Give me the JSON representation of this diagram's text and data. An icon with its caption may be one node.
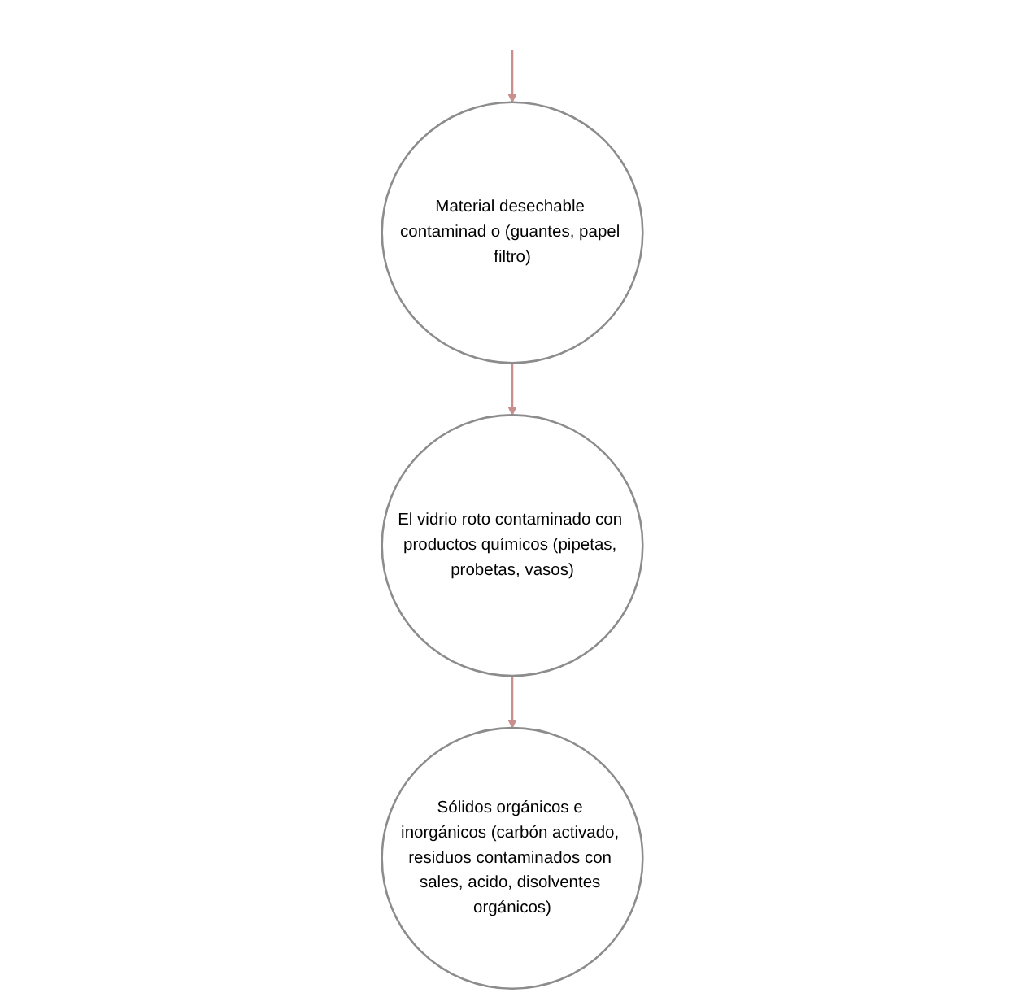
{
  "diagram": {
    "nodes": [
      {
        "text": [
          "El vidrio roto contaminado con productos químicos (pipetas, probetas, vasos)"
        ]
      },
      {
        "text": [
          "Material desechable contaminad o (guantes, papel filtro)"
        ]
      },
      {
        "text": [
          "Sólidos orgánicos e inorgánicos (carbón activado, residuos contaminados con sales, acido, disolventes orgánicos)"
        ]
      }
    ],
    "edges": [
      {
        "from": 1,
        "to": 0,
        "arrow": "to"
      },
      {
        "from": null,
        "to": 1,
        "arrow": "to"
      },
      {
        "from": 0,
        "to": 2,
        "arrow": "to"
      }
    ]
  }
}
